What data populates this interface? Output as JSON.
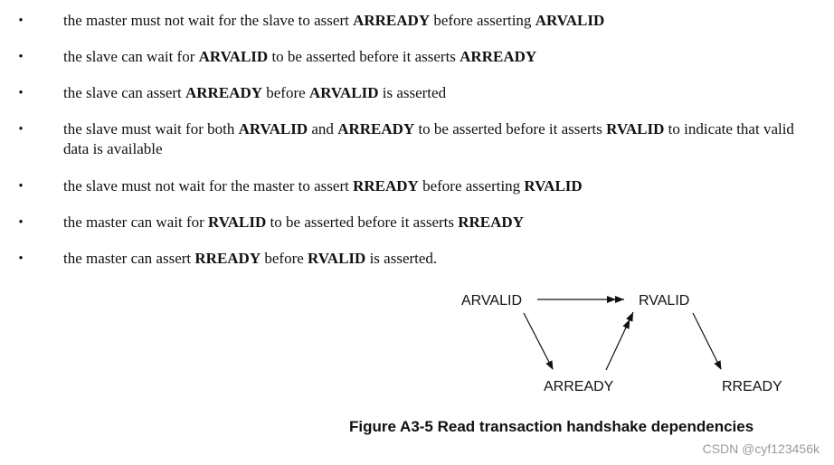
{
  "bullets": [
    {
      "segments": [
        {
          "text": "the master must not wait for the slave to assert "
        },
        {
          "text": "ARREADY",
          "bold": true
        },
        {
          "text": " before asserting "
        },
        {
          "text": "ARVALID",
          "bold": true
        }
      ]
    },
    {
      "segments": [
        {
          "text": "the slave can wait for "
        },
        {
          "text": "ARVALID",
          "bold": true
        },
        {
          "text": " to be asserted before it asserts "
        },
        {
          "text": "ARREADY",
          "bold": true
        }
      ]
    },
    {
      "segments": [
        {
          "text": "the slave can assert "
        },
        {
          "text": "ARREADY",
          "bold": true
        },
        {
          "text": " before "
        },
        {
          "text": "ARVALID",
          "bold": true
        },
        {
          "text": " is asserted"
        }
      ]
    },
    {
      "segments": [
        {
          "text": "the slave must wait for both "
        },
        {
          "text": "ARVALID",
          "bold": true
        },
        {
          "text": " and "
        },
        {
          "text": "ARREADY",
          "bold": true
        },
        {
          "text": " to be asserted before it asserts "
        },
        {
          "text": "RVALID",
          "bold": true
        },
        {
          "text": " to indicate that valid data is available"
        }
      ]
    },
    {
      "segments": [
        {
          "text": "the slave must not wait for the master to assert "
        },
        {
          "text": "RREADY",
          "bold": true
        },
        {
          "text": " before asserting "
        },
        {
          "text": "RVALID",
          "bold": true
        }
      ]
    },
    {
      "segments": [
        {
          "text": "the master can wait for "
        },
        {
          "text": "RVALID",
          "bold": true
        },
        {
          "text": " to be asserted before it asserts "
        },
        {
          "text": "RREADY",
          "bold": true
        }
      ]
    },
    {
      "segments": [
        {
          "text": "the master can assert "
        },
        {
          "text": "RREADY",
          "bold": true
        },
        {
          "text": " before "
        },
        {
          "text": "RVALID",
          "bold": true
        },
        {
          "text": " is asserted."
        }
      ]
    }
  ],
  "bullet_symbol": "•",
  "diagram": {
    "nodes": {
      "arvalid": "ARVALID",
      "rvalid": "RVALID",
      "arready": "ARREADY",
      "rready": "RREADY"
    }
  },
  "caption": "Figure A3-5 Read transaction handshake dependencies",
  "watermark": "CSDN @cyf123456k"
}
